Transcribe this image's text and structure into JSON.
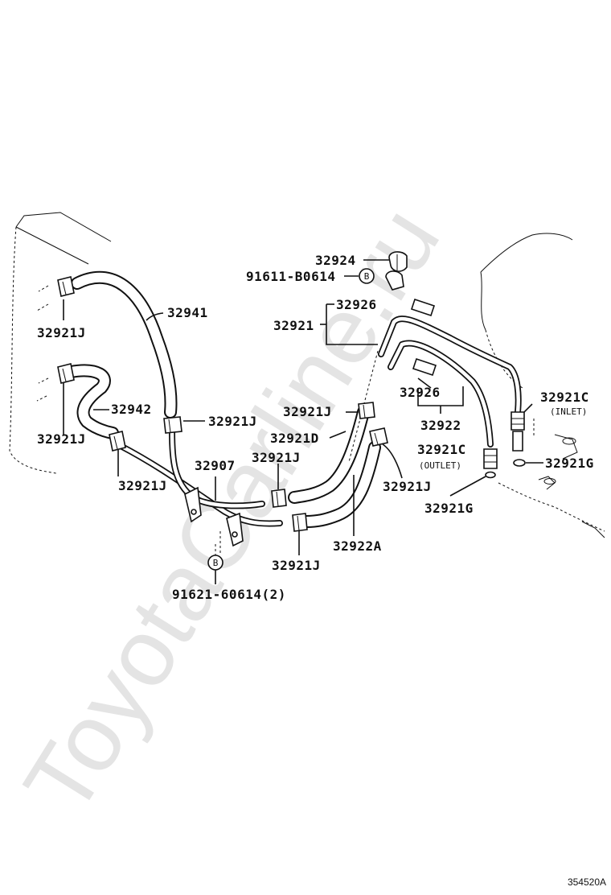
{
  "diagram": {
    "watermark": "ToyotaCarline.ru",
    "corner_code": "354520A",
    "labels": {
      "p32924": "32924",
      "p91611": "91611-B0614",
      "p32941": "32941",
      "p32921J_a": "32921J",
      "p32926_a": "32926",
      "p32921": "32921",
      "p32942": "32942",
      "p32921J_b": "32921J",
      "p32921J_c": "32921J",
      "p32921J_d": "32921J",
      "p32926_b": "32926",
      "p32921C_inlet": "32921C",
      "inlet_note": "(INLET)",
      "p32922": "32922",
      "p32921J_e": "32921J",
      "p32921D": "32921D",
      "p32921C_outlet": "32921C",
      "outlet_note": "(OUTLET)",
      "p32921G_a": "32921G",
      "p32907": "32907",
      "p32921J_f": "32921J",
      "p32921J_g": "32921J",
      "p32921G_b": "32921G",
      "p32922A": "32922A",
      "p32921J_h": "32921J",
      "p91621": "91621-60614(2)"
    },
    "markers": {
      "ref_b_top": "B",
      "ref_b_bottom": "B"
    }
  }
}
